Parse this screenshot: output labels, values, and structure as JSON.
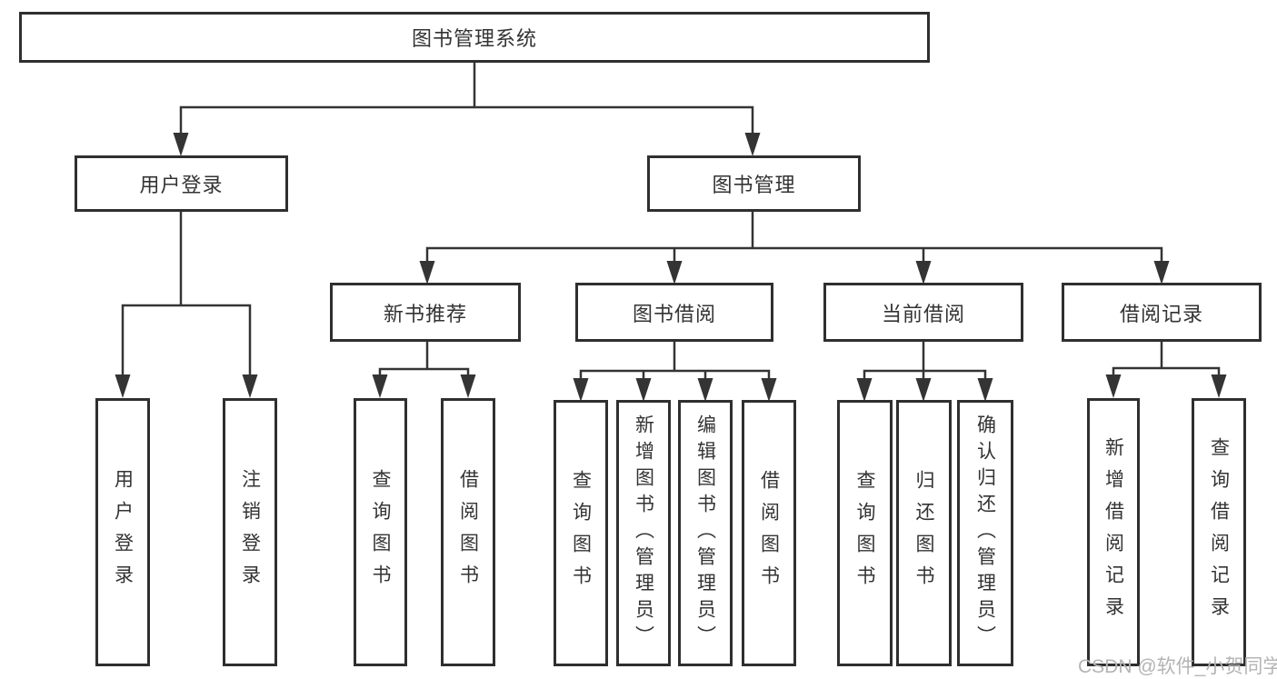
{
  "nodes": {
    "root": {
      "label": "图书管理系统"
    },
    "user_login": {
      "label": "用户登录"
    },
    "book_mgmt": {
      "label": "图书管理"
    },
    "new_books": {
      "label": "新书推荐"
    },
    "borrowing": {
      "label": "图书借阅"
    },
    "current": {
      "label": "当前借阅"
    },
    "records": {
      "label": "借阅记录"
    },
    "leaf_login": {
      "label": "用户登录"
    },
    "leaf_logout": {
      "label": "注销登录"
    },
    "leaf_nb_query": {
      "label": "查询图书"
    },
    "leaf_nb_borrow": {
      "label": "借阅图书"
    },
    "leaf_bb_query": {
      "label": "查询图书"
    },
    "leaf_bb_add": {
      "label": "新增图书（管理员）"
    },
    "leaf_bb_edit": {
      "label": "编辑图书（管理员）"
    },
    "leaf_bb_borrow": {
      "label": "借阅图书"
    },
    "leaf_cb_query": {
      "label": "查询图书"
    },
    "leaf_cb_return": {
      "label": "归还图书"
    },
    "leaf_cb_confirm": {
      "label": "确认归还（管理员）"
    },
    "leaf_br_add": {
      "label": "新增借阅记录"
    },
    "leaf_br_query": {
      "label": "查询借阅记录"
    }
  },
  "watermark": {
    "text": "CSDN @软件_小贺同学"
  },
  "colors": {
    "background": "#ffffff",
    "line": "#343434",
    "box_border": "#2f2f2f",
    "text": "#333333",
    "watermark_text": "#b4b4b4"
  }
}
